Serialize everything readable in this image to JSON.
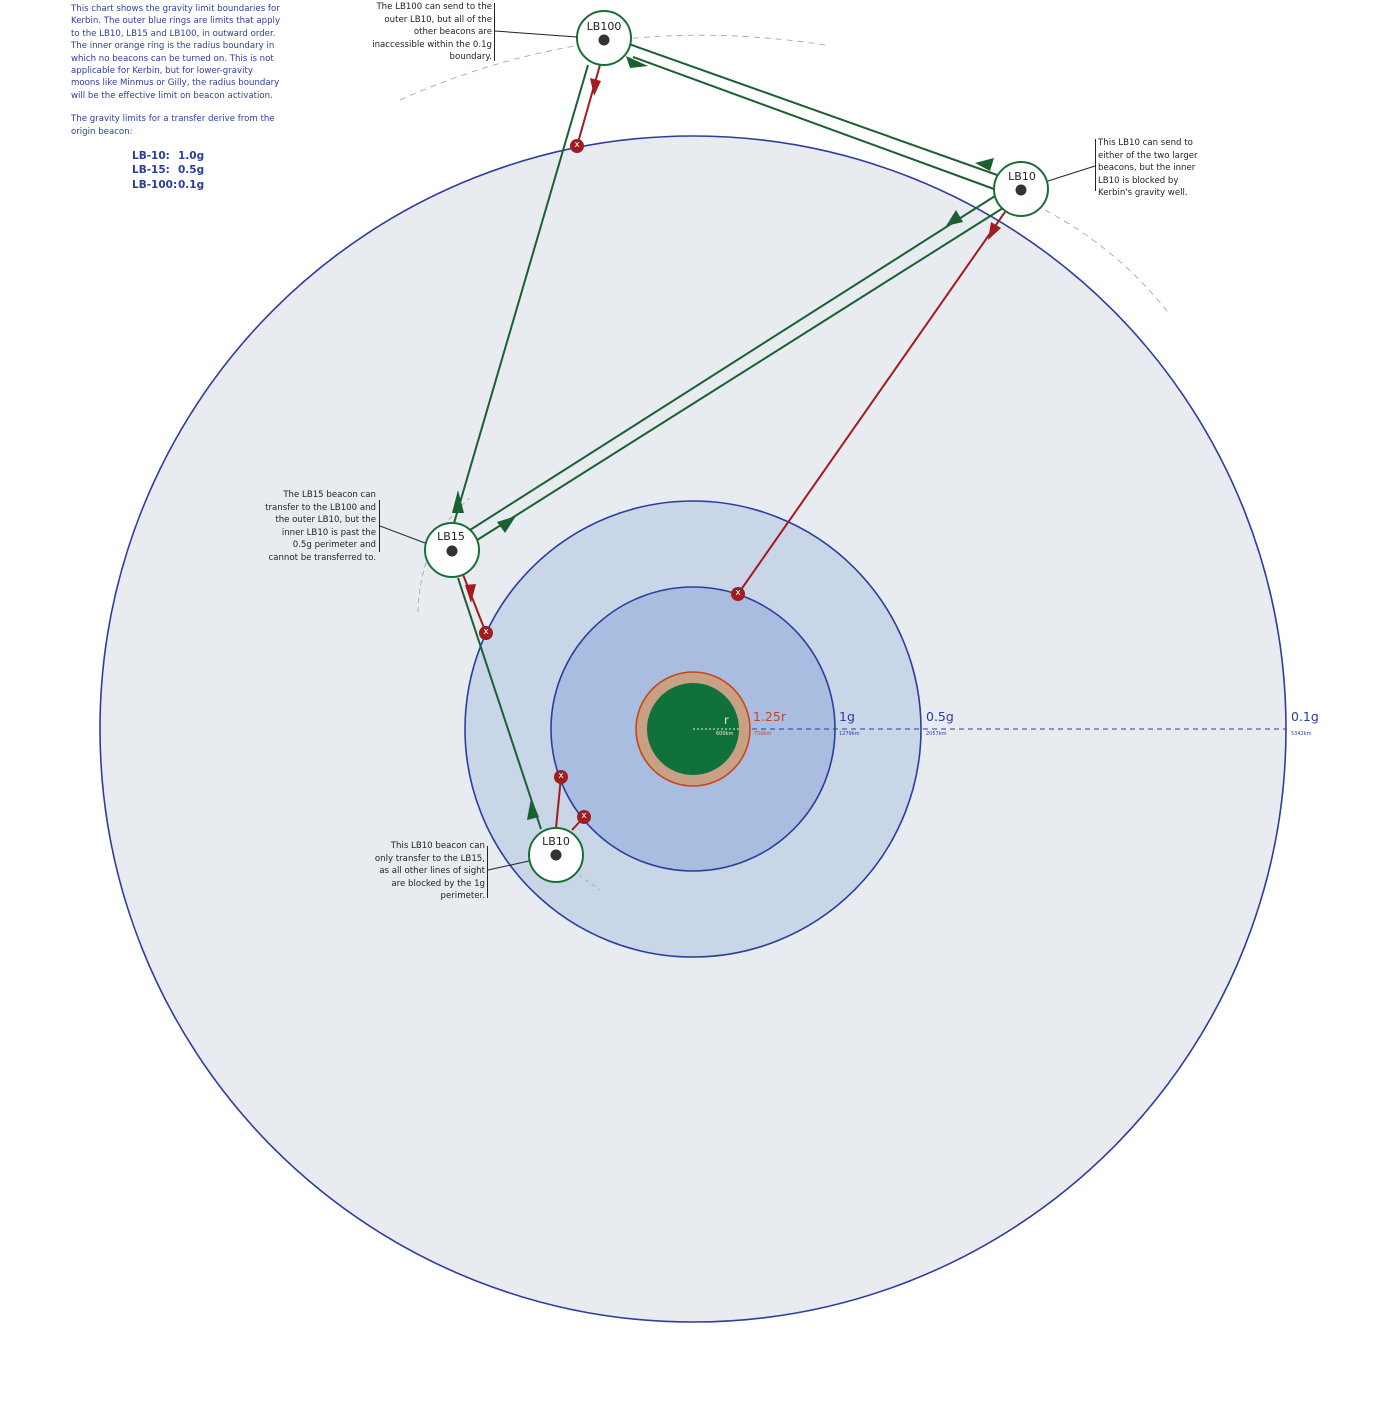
{
  "intro": {
    "paragraph1": "This chart shows the gravity limit boundaries for Kerbin.  The outer blue rings are limits that apply to the LB10, LB15 and LB100, in outward order.  The inner orange ring is the radius boundary in which no beacons can be turned on.  This is not applicable for Kerbin, but for lower-gravity moons like Minmus or Gilly, the radius boundary will be the effective limit on beacon activation.",
    "paragraph2": "The gravity limits for a transfer derive from the origin beacon:",
    "limits": [
      {
        "beacon": "LB-10:",
        "value": "1.0g"
      },
      {
        "beacon": "LB-15:",
        "value": "0.5g"
      },
      {
        "beacon": "LB-100:",
        "value": "0.1g"
      }
    ]
  },
  "rings": {
    "r": {
      "label": "r",
      "distance": "600km"
    },
    "r125": {
      "label": "1.25r",
      "distance": "750km"
    },
    "g1": {
      "label": "1g",
      "distance": "1279km"
    },
    "g05": {
      "label": "0.5g",
      "distance": "2057km"
    },
    "g01": {
      "label": "0.1g",
      "distance": "5342km"
    }
  },
  "beacons": {
    "lb100": "LB100",
    "lb10_outer": "LB10",
    "lb15": "LB15",
    "lb10_inner": "LB10"
  },
  "blocked_marker": "x",
  "notes": {
    "lb100": "The LB100 can send to the outer LB10, but all of the other beacons are inaccessible within the 0.1g boundary.",
    "lb10_outer": "This LB10 can send to either of the two larger beacons, but the inner LB10 is blocked by Kerbin's gravity well.",
    "lb15": "The LB15 beacon can transfer to the LB100 and the outer LB10, but the inner LB10 is past the 0.5g perimeter and cannot be transferred to.",
    "lb10_inner": "This LB10 beacon can only transfer to the LB15, as all other lines of sight are blocked by the 1g perimeter."
  },
  "colors": {
    "ring_01g_fill": "#e8ecf1",
    "ring_05g_fill": "#c8d6e8",
    "ring_1g_fill": "#a9bde0",
    "ring_stroke": "#2c3e9c",
    "planet": "#10713a",
    "orange_fill": "#c8a185",
    "orange_stroke": "#c8451e",
    "link_ok": "#1a6032",
    "link_blocked": "#a01c20",
    "beacon_ring": "#1a6f38"
  }
}
